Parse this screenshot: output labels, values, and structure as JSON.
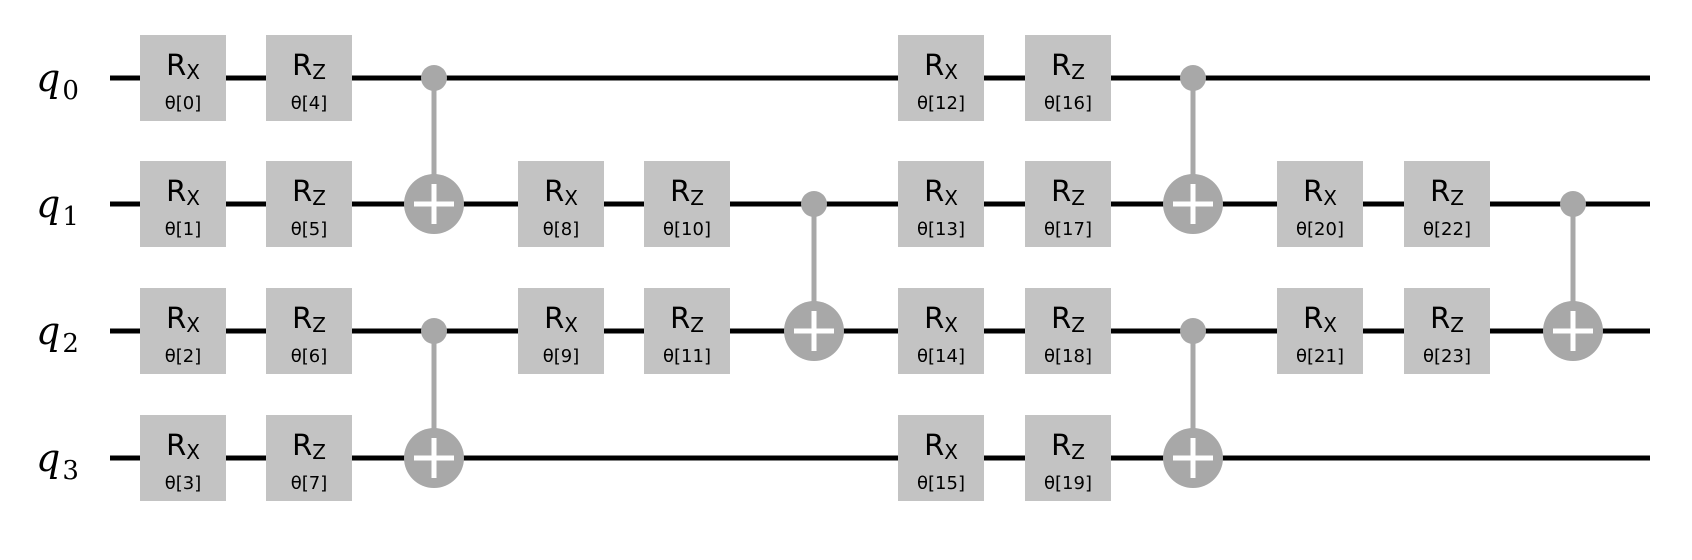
{
  "colors": {
    "background": "#ffffff",
    "wire": "#000000",
    "gate_fill": "#c3c3c3",
    "cx_color": "#a8a8a8",
    "cx_plus": "#ffffff"
  },
  "qubits": [
    {
      "name": "q",
      "index": "0"
    },
    {
      "name": "q",
      "index": "1"
    },
    {
      "name": "q",
      "index": "2"
    },
    {
      "name": "q",
      "index": "3"
    }
  ],
  "gates": [
    {
      "kind": "R",
      "axis": "X",
      "param": "θ[0]",
      "qubit": 0,
      "column": 0
    },
    {
      "kind": "R",
      "axis": "X",
      "param": "θ[1]",
      "qubit": 1,
      "column": 0
    },
    {
      "kind": "R",
      "axis": "X",
      "param": "θ[2]",
      "qubit": 2,
      "column": 0
    },
    {
      "kind": "R",
      "axis": "X",
      "param": "θ[3]",
      "qubit": 3,
      "column": 0
    },
    {
      "kind": "R",
      "axis": "Z",
      "param": "θ[4]",
      "qubit": 0,
      "column": 1
    },
    {
      "kind": "R",
      "axis": "Z",
      "param": "θ[5]",
      "qubit": 1,
      "column": 1
    },
    {
      "kind": "R",
      "axis": "Z",
      "param": "θ[6]",
      "qubit": 2,
      "column": 1
    },
    {
      "kind": "R",
      "axis": "Z",
      "param": "θ[7]",
      "qubit": 3,
      "column": 1
    },
    {
      "kind": "R",
      "axis": "X",
      "param": "θ[8]",
      "qubit": 1,
      "column": 3
    },
    {
      "kind": "R",
      "axis": "X",
      "param": "θ[9]",
      "qubit": 2,
      "column": 3
    },
    {
      "kind": "R",
      "axis": "Z",
      "param": "θ[10]",
      "qubit": 1,
      "column": 4
    },
    {
      "kind": "R",
      "axis": "Z",
      "param": "θ[11]",
      "qubit": 2,
      "column": 4
    },
    {
      "kind": "R",
      "axis": "X",
      "param": "θ[12]",
      "qubit": 0,
      "column": 6
    },
    {
      "kind": "R",
      "axis": "X",
      "param": "θ[13]",
      "qubit": 1,
      "column": 6
    },
    {
      "kind": "R",
      "axis": "X",
      "param": "θ[14]",
      "qubit": 2,
      "column": 6
    },
    {
      "kind": "R",
      "axis": "X",
      "param": "θ[15]",
      "qubit": 3,
      "column": 6
    },
    {
      "kind": "R",
      "axis": "Z",
      "param": "θ[16]",
      "qubit": 0,
      "column": 7
    },
    {
      "kind": "R",
      "axis": "Z",
      "param": "θ[17]",
      "qubit": 1,
      "column": 7
    },
    {
      "kind": "R",
      "axis": "Z",
      "param": "θ[18]",
      "qubit": 2,
      "column": 7
    },
    {
      "kind": "R",
      "axis": "Z",
      "param": "θ[19]",
      "qubit": 3,
      "column": 7
    },
    {
      "kind": "R",
      "axis": "X",
      "param": "θ[20]",
      "qubit": 1,
      "column": 9
    },
    {
      "kind": "R",
      "axis": "X",
      "param": "θ[21]",
      "qubit": 2,
      "column": 9
    },
    {
      "kind": "R",
      "axis": "Z",
      "param": "θ[22]",
      "qubit": 1,
      "column": 10
    },
    {
      "kind": "R",
      "axis": "Z",
      "param": "θ[23]",
      "qubit": 2,
      "column": 10
    }
  ],
  "cnots": [
    {
      "control": 0,
      "target": 1,
      "column": 2
    },
    {
      "control": 2,
      "target": 3,
      "column": 2
    },
    {
      "control": 1,
      "target": 2,
      "column": 5
    },
    {
      "control": 0,
      "target": 1,
      "column": 8
    },
    {
      "control": 2,
      "target": 3,
      "column": 8
    },
    {
      "control": 1,
      "target": 2,
      "column": 11
    }
  ]
}
